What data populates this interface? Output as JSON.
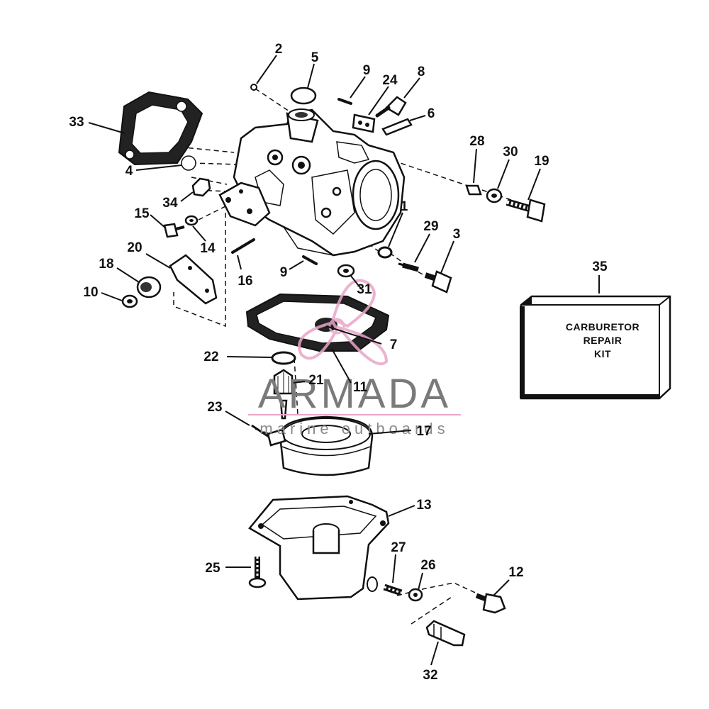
{
  "callouts": {
    "p1": "1",
    "p2": "2",
    "p3": "3",
    "p4": "4",
    "p5": "5",
    "p6": "6",
    "p7": "7",
    "p8": "8",
    "p9a": "9",
    "p9b": "9",
    "p10": "10",
    "p11": "11",
    "p12": "12",
    "p13": "13",
    "p14": "14",
    "p15": "15",
    "p16": "16",
    "p17": "17",
    "p18": "18",
    "p19": "19",
    "p20": "20",
    "p21": "21",
    "p22": "22",
    "p23": "23",
    "p24": "24",
    "p25": "25",
    "p26": "26",
    "p27": "27",
    "p28": "28",
    "p29": "29",
    "p30": "30",
    "p31": "31",
    "p32": "32",
    "p33": "33",
    "p34": "34",
    "p35": "35"
  },
  "kit_box": {
    "line1": "CARBURETOR",
    "line2": "REPAIR",
    "line3": "KIT"
  },
  "watermark": {
    "brand": "ARMADA",
    "tagline": "marine outboards",
    "logo_color": "#e8a6c8"
  }
}
